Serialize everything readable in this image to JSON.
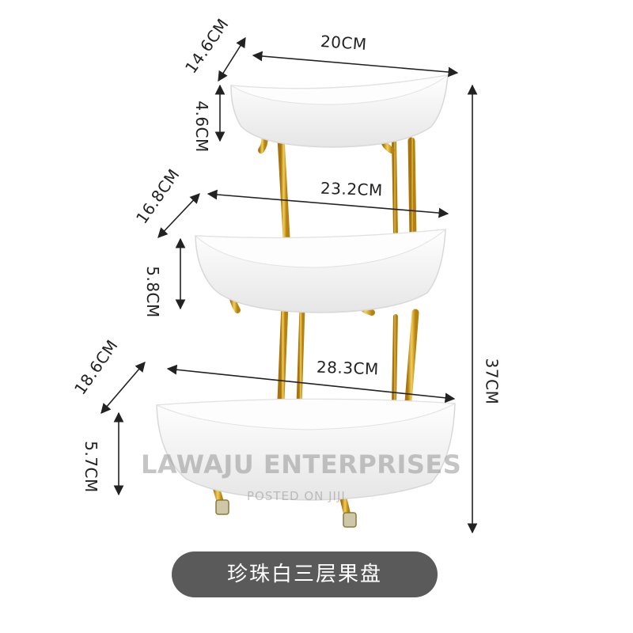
{
  "dimensions": {
    "top_width": "20CM",
    "top_depth": "14.6CM",
    "top_height": "4.6CM",
    "middle_width": "23.2CM",
    "middle_depth": "16.8CM",
    "middle_height": "5.8CM",
    "bottom_width": "28.3CM",
    "bottom_depth": "18.6CM",
    "bottom_height": "5.7CM",
    "total_height": "37CM"
  },
  "watermark": {
    "main": "LAWAJU ENTERPRISES",
    "sub": "POSTED ON JIJI"
  },
  "caption": "珍珠白三层果盘",
  "colors": {
    "gold": "#d9a520",
    "caption_bg": "#5a5a5a",
    "bowl": "#f7f7f7"
  }
}
